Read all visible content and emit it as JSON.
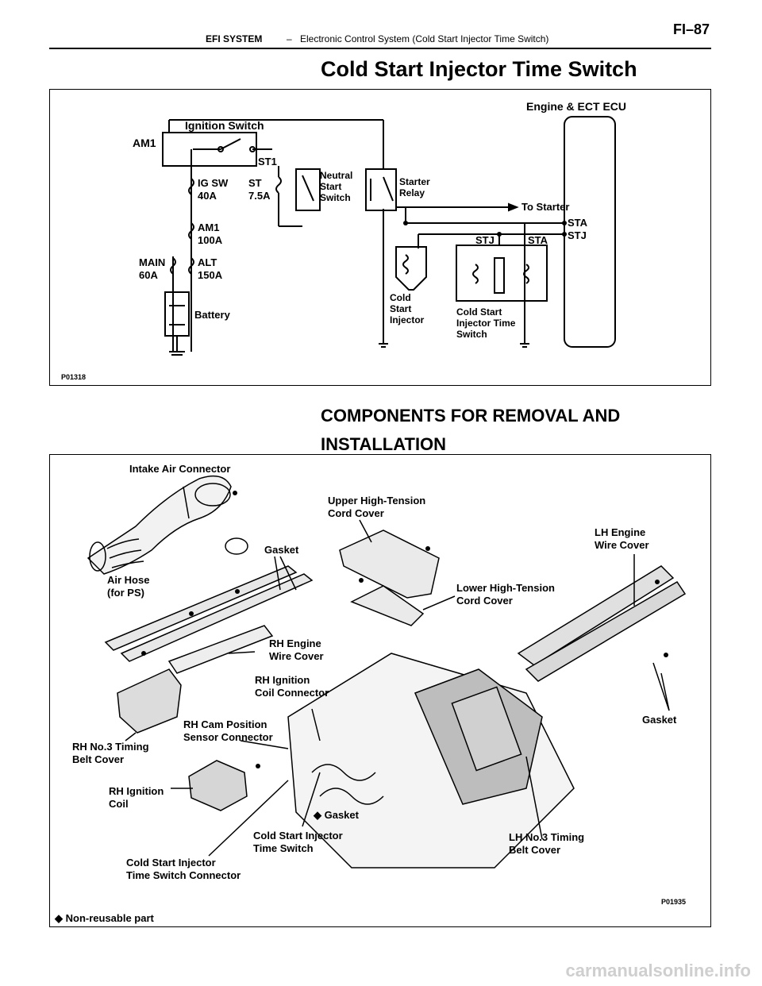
{
  "header": {
    "section": "EFI SYSTEM",
    "dash": "–",
    "title": "Electronic Control System (Cold Start Injector Time Switch)",
    "page": "FI–87"
  },
  "headings": {
    "main": "Cold Start Injector Time Switch",
    "components": "COMPONENTS FOR REMOVAL AND INSTALLATION"
  },
  "wiring": {
    "fig_id": "P01318",
    "ecu": "Engine & ECT ECU",
    "ignition_switch": "Ignition Switch",
    "am1_top": "AM1",
    "st1": "ST1",
    "ig_sw": "IG SW",
    "ig_sw_amp": "40A",
    "st": "ST",
    "st_amp": "7.5A",
    "am1": "AM1",
    "am1_amp": "100A",
    "main": "MAIN",
    "main_amp": "60A",
    "alt": "ALT",
    "alt_amp": "150A",
    "battery": "Battery",
    "neutral_start_switch": [
      "Neutral",
      "Start",
      "Switch"
    ],
    "starter_relay": [
      "Starter",
      "Relay"
    ],
    "to_starter": "To Starter",
    "sta_ecu": "STA",
    "stj_ecu": "STJ",
    "stj": "STJ",
    "sta": "STA",
    "cold_start_injector": [
      "Cold",
      "Start",
      "Injector"
    ],
    "time_switch": [
      "Cold Start",
      "Injector Time",
      "Switch"
    ]
  },
  "components": {
    "fig_id": "P01935",
    "labels": {
      "intake_air_connector": [
        "Intake Air Connector"
      ],
      "upper_cover": [
        "Upper High-Tension",
        "Cord Cover"
      ],
      "lh_wire_cover": [
        "LH Engine",
        "Wire Cover"
      ],
      "gasket_top": [
        "Gasket"
      ],
      "air_hose": [
        "Air Hose",
        "(for PS)"
      ],
      "lower_cover": [
        "Lower High-Tension",
        "Cord Cover"
      ],
      "rh_wire_cover": [
        "RH Engine",
        "Wire Cover"
      ],
      "rh_coil_connector": [
        "RH Ignition",
        "Coil Connector"
      ],
      "gasket_right": [
        "Gasket"
      ],
      "rh_cam_sensor": [
        "RH Cam Position",
        "Sensor Connector"
      ],
      "rh_timing_cover": [
        "RH No.3 Timing",
        "Belt Cover"
      ],
      "rh_coil": [
        "RH Ignition",
        "Coil"
      ],
      "gasket_mid": [
        "◆ Gasket"
      ],
      "cs_time_switch": [
        "Cold Start Injector",
        "Time Switch"
      ],
      "lh_timing_cover": [
        "LH No.3 Timing",
        "Belt Cover"
      ],
      "cs_connector": [
        "Cold Start Injector",
        "Time Switch Connector"
      ]
    },
    "legend": "◆ Non-reusable part"
  },
  "watermark": "carmanualsonline.info"
}
